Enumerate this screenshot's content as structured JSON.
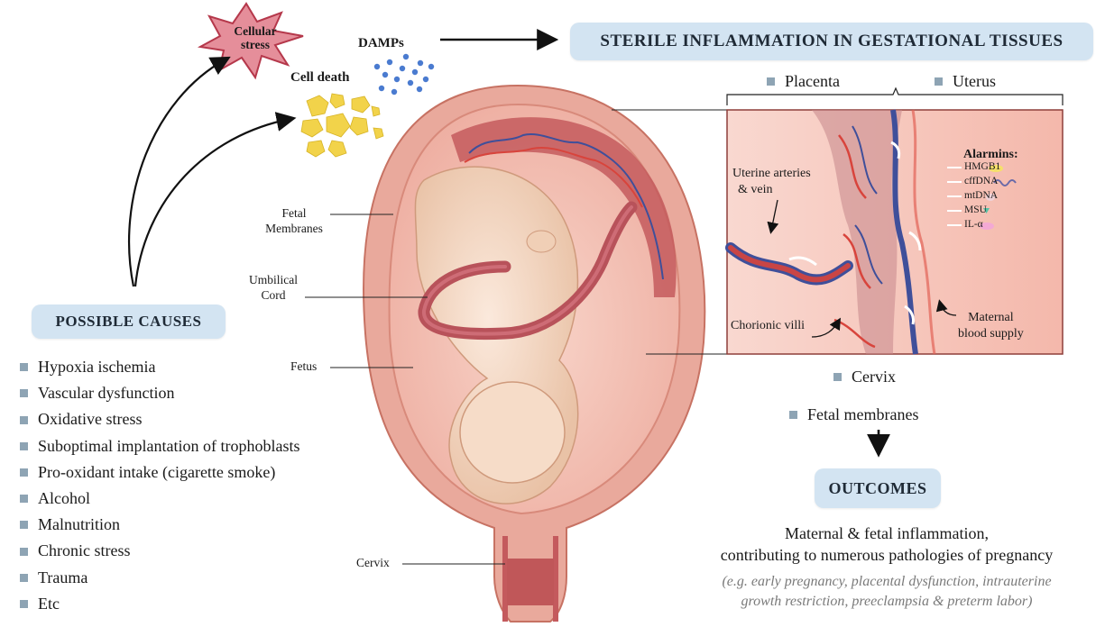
{
  "title_banner": "STERILE INFLAMMATION IN GESTATIONAL TISSUES",
  "top_labels": {
    "cellular_stress_line1": "Cellular",
    "cellular_stress_line2": "stress",
    "damps": "DAMPs",
    "cell_death": "Cell death"
  },
  "possible_causes": {
    "title": "POSSIBLE CAUSES",
    "items": [
      "Hypoxia ischemia",
      "Vascular dysfunction",
      "Oxidative stress",
      "Suboptimal implantation of trophoblasts",
      "Pro-oxidant intake (cigarette smoke)",
      "Alcohol",
      "Malnutrition",
      "Chronic stress",
      "Trauma",
      "Etc"
    ]
  },
  "anatomy_labels": {
    "fetal_membranes_line1": "Fetal",
    "fetal_membranes_line2": "Membranes",
    "umbilical_cord_line1": "Umbilical",
    "umbilical_cord_line2": "Cord",
    "fetus": "Fetus",
    "cervix": "Cervix"
  },
  "sections": {
    "placenta": "Placenta",
    "uterus": "Uterus",
    "cervix": "Cervix",
    "fetal_membranes": "Fetal membranes"
  },
  "inset": {
    "uterine_vessels_line1": "Uterine arteries",
    "uterine_vessels_line2": "& vein",
    "chorionic_villi": "Chorionic villi",
    "maternal_supply_line1": "Maternal",
    "maternal_supply_line2": "blood supply",
    "alarmins_title": "Alarmins:",
    "alarmins": [
      "HMGB1",
      "cffDNA",
      "mtDNA",
      "MSU",
      "IL-α"
    ]
  },
  "outcomes": {
    "title": "OUTCOMES",
    "line1": "Maternal & fetal inflammation,",
    "line2": "contributing to numerous pathologies of pregnancy",
    "examples_line1": "(e.g. early pregnancy, placental dysfunction, intrauterine",
    "examples_line2": "growth restriction, preeclampsia & preterm labor)"
  },
  "colors": {
    "banner_bg": "#d3e4f2",
    "bullet": "#8ea4b4",
    "uterus_wall": "#e9a99c",
    "amniotic": "#f3c1b5",
    "fetus_skin": "#f5d9c3",
    "cord": "#b8525a",
    "vessel_red": "#d8443c",
    "vessel_blue": "#3f4f9a",
    "damps_blue": "#4a7bd0",
    "cell_death_yellow": "#f2d34a",
    "stress_star": "#d96a78"
  }
}
